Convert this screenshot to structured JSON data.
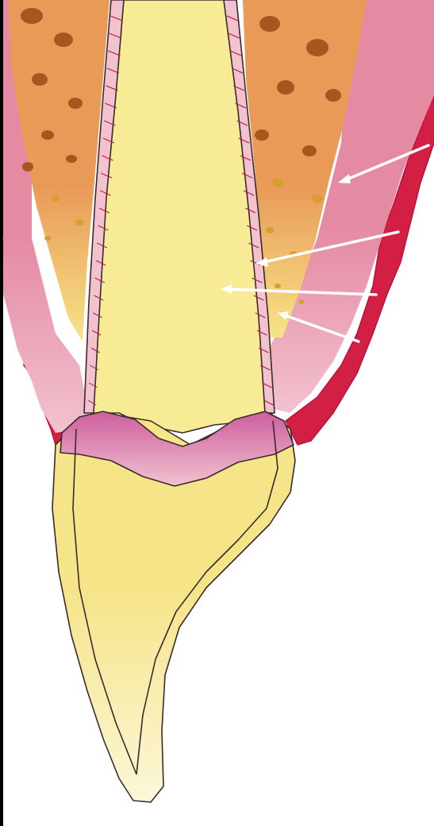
{
  "diagram": {
    "subject": "tooth-cross-section",
    "colors": {
      "background": "#ffffff",
      "left_border": "#000000",
      "gingiva": "#d41f45",
      "gingiva_dark": "#b8123a",
      "bone": "#e99a57",
      "bone_spots": "#a8561e",
      "bone_spots_small": "#d6a02e",
      "periodontal_pink": "#e58aa3",
      "periodontal_light": "#f2c2cf",
      "root_canal": "#f8eb96",
      "dentin": "#f6e488",
      "crown_pale": "#fbf7d9",
      "pulp_chamber_magenta": "#cd5e9e",
      "outline": "#3a2b2b",
      "arrow": "#ffffff"
    },
    "pointers": [
      {
        "name": "pointer-periodontal-ligament"
      },
      {
        "name": "pointer-root-dentin"
      },
      {
        "name": "pointer-root-canal"
      },
      {
        "name": "pointer-alveolar-bone"
      }
    ]
  }
}
